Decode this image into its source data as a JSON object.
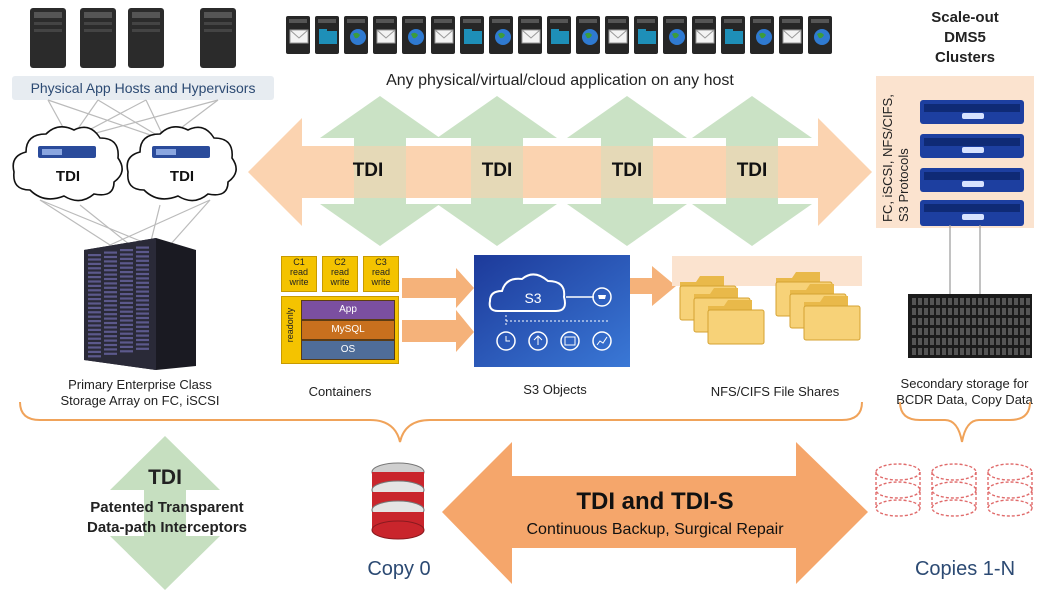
{
  "header": {
    "apps_caption": "Any physical/virtual/cloud application on any host",
    "scaleout_title": [
      "Scale-out",
      "DMS5",
      "Clusters"
    ],
    "protocols": [
      "FC, iSCSI, NFS/CIFS,",
      "S3 Protocols"
    ]
  },
  "hosts": {
    "label": "Physical App Hosts and Hypervisors"
  },
  "clouds": [
    "TDI",
    "TDI"
  ],
  "arrow_labels": [
    "TDI",
    "TDI",
    "TDI",
    "TDI"
  ],
  "containers": {
    "cells": [
      {
        "id": "C1",
        "line1": "read",
        "line2": "write"
      },
      {
        "id": "C2",
        "line1": "read",
        "line2": "write"
      },
      {
        "id": "C3",
        "line1": "read",
        "line2": "write"
      }
    ],
    "readonly": "readonly",
    "layers": [
      "App",
      "MySQL",
      "OS"
    ],
    "layer_colors": [
      "#7b4fa0",
      "#c8701e",
      "#4f6d99"
    ]
  },
  "s3_label": "S3",
  "captions": {
    "primary": [
      "Primary Enterprise Class",
      "Storage Array on FC, iSCSI"
    ],
    "containers": "Containers",
    "s3": "S3 Objects",
    "nfs": "NFS/CIFS File Shares",
    "secondary": [
      "Secondary storage for",
      "BCDR Data, Copy Data"
    ]
  },
  "legend": {
    "title": "TDI",
    "lines": [
      "Patented Transparent",
      "Data-path Interceptors"
    ]
  },
  "copy0": "Copy 0",
  "copies": "Copies 1-N",
  "banner": {
    "title": "TDI and TDI-S",
    "subtitle": "Continuous Backup, Surgical Repair"
  },
  "colors": {
    "orange_arrow": "#fbd3b0",
    "green_arrow": "#c6dfc0",
    "banner_arrow": "#f5a66b",
    "brace": "#f0a35a",
    "blue_text": "#2c4a73"
  },
  "icons": [
    "server-icon",
    "mail-icon",
    "folder-icon",
    "globe-icon",
    "cloud-icon",
    "database-icon",
    "disk-array-icon",
    "rack-server-icon",
    "folder-stack-icon"
  ]
}
